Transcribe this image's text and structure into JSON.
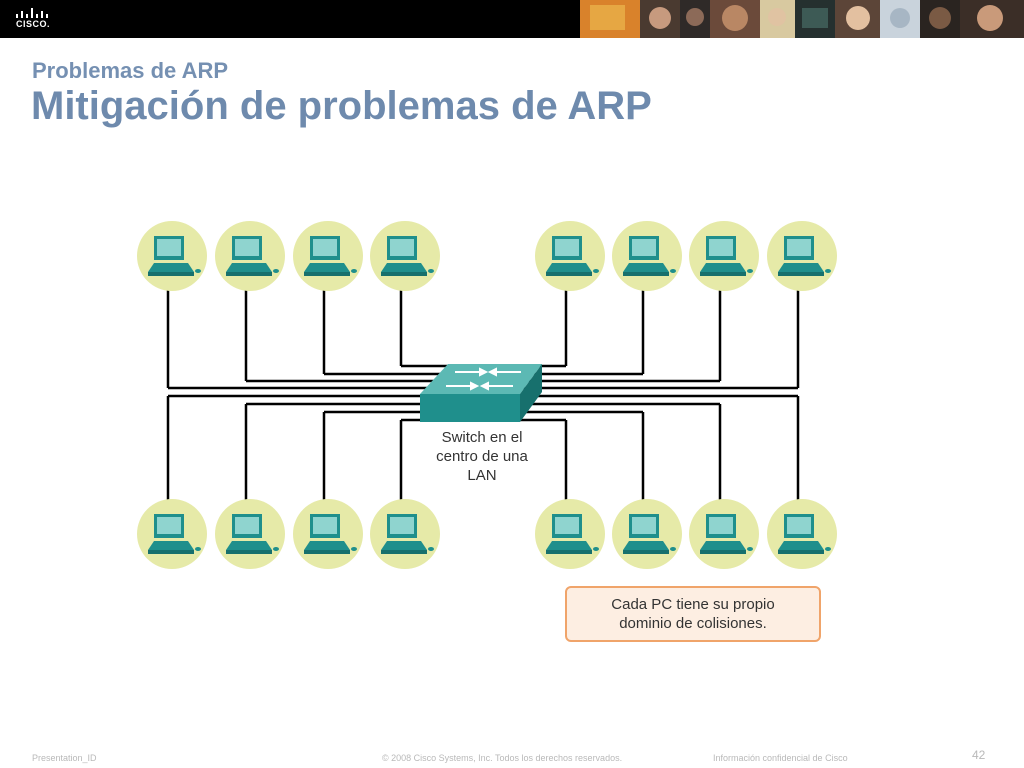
{
  "header": {
    "logo_text": "CISCO.",
    "subtitle": "Problemas de ARP",
    "title": "Mitigación de problemas de ARP"
  },
  "diagram": {
    "switch_label": "Switch en el centro de una LAN",
    "note": "Cada PC tiene su propio dominio de colisiones.",
    "pc_count_top": 8,
    "pc_count_bottom": 8,
    "colors": {
      "pc_halo": "#e6eaa8",
      "pc_body": "#1f8f8c",
      "switch": "#1f8f8c",
      "cable": "#000000",
      "note_border": "#f0a46a",
      "note_fill": "#fdeee2"
    }
  },
  "footer": {
    "presentation_id": "Presentation_ID",
    "copyright": "© 2008 Cisco Systems, Inc. Todos los derechos reservados.",
    "confidential": "Información confidencial de Cisco",
    "page_number": "42"
  }
}
